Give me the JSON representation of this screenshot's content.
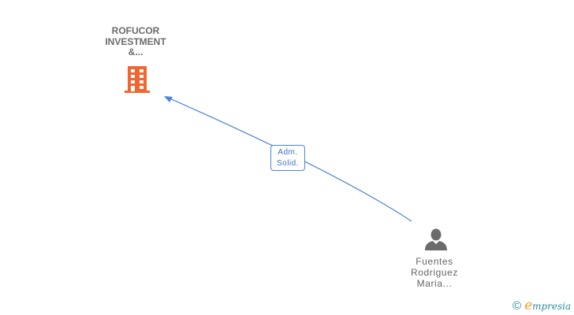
{
  "nodes": {
    "company": {
      "label_lines": [
        "ROFUCOR",
        "INVESTMENT",
        "&..."
      ],
      "icon": "building-icon",
      "color": "#f26530"
    },
    "person": {
      "label_lines": [
        "Fuentes",
        "Rodriguez",
        "Maria..."
      ],
      "icon": "person-icon",
      "color": "#6b6b6b"
    }
  },
  "edges": [
    {
      "from": "person",
      "to": "company",
      "label_lines": [
        "Adm.",
        "Solid."
      ],
      "color": "#4a86d6"
    }
  ],
  "footer": {
    "copyright_symbol": "©",
    "brand_initial": "e",
    "brand_rest": "mpresia"
  }
}
